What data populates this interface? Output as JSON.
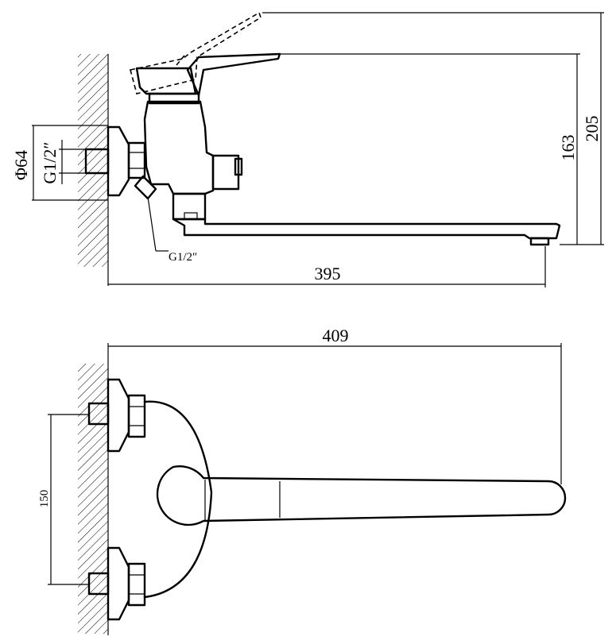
{
  "dimensions": {
    "height_total": "205",
    "height_spout": "163",
    "spout_reach_side": "395",
    "length_top": "409",
    "thread_top": "G1/2″",
    "pipe_diameter": "Φ64",
    "thread_bottom": "G1/2″",
    "inlet_spacing": "150"
  }
}
